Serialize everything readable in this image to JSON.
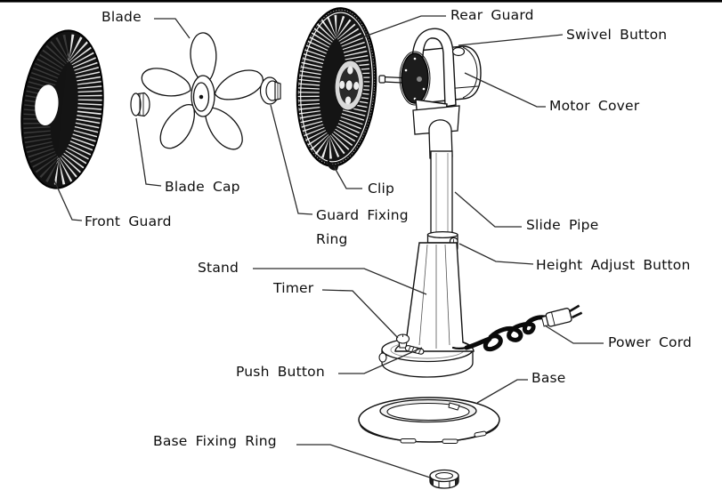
{
  "diagram": {
    "type": "exploded-parts-diagram",
    "subject": "pedestal fan",
    "colors": {
      "line": "#1a1a1a",
      "background": "#ffffff",
      "fill_dark": "#141414"
    },
    "labels": {
      "blade": "Blade",
      "rear_guard": "Rear Guard",
      "swivel_button": "Swivel Button",
      "motor_cover": "Motor Cover",
      "blade_cap": "Blade Cap",
      "clip": "Clip",
      "guard_fixing_ring": "Guard Fixing Ring",
      "front_guard": "Front Guard",
      "slide_pipe": "Slide Pipe",
      "stand": "Stand",
      "height_adjust_button": "Height Adjust Button",
      "timer": "Timer",
      "power_cord": "Power Cord",
      "push_button": "Push Button",
      "base": "Base",
      "base_fixing_ring": "Base Fixing Ring"
    }
  }
}
